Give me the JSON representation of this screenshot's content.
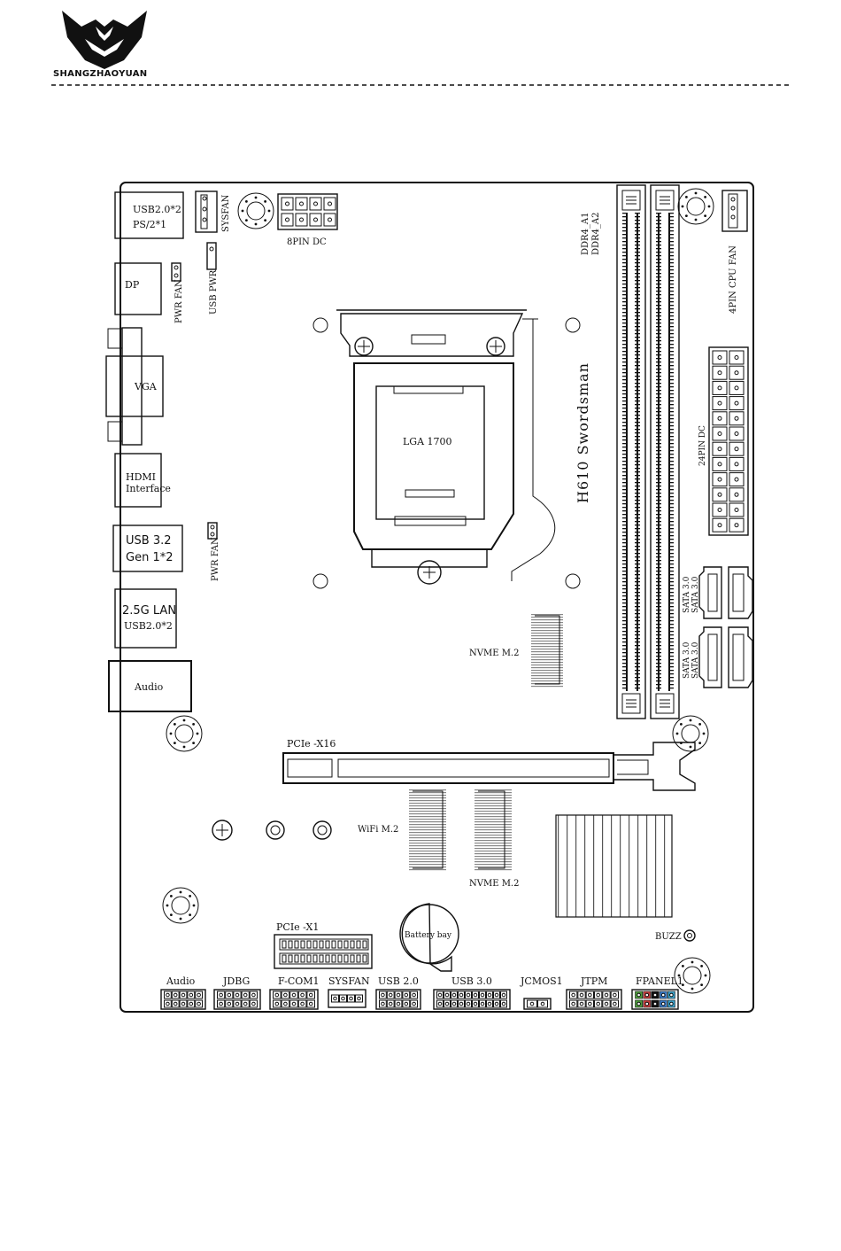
{
  "brand": {
    "name": "SHANGZHAOYUAN"
  },
  "board": {
    "model": "H610 Swordsman",
    "socket": "LGA 1700"
  },
  "io_panel": {
    "usb2_ps2": [
      "USB2.0*2",
      "PS/2*1"
    ],
    "dp": "DP",
    "vga": "VGA",
    "hdmi": [
      "HDMI",
      "Interface"
    ],
    "usb32": [
      "USB 3.2",
      "Gen 1*2"
    ],
    "lan": [
      "2.5G LAN",
      "USB2.0*2"
    ],
    "audio": "Audio"
  },
  "headers_top": {
    "sysfan": "SYSFAN",
    "usb_pwr": "USB PWR",
    "pwr_fan_top": "PWR FAN",
    "pwr_fan_mid": "PWR FAN",
    "cpu_8pin": "8PIN DC",
    "cpu_fan": "4PIN CPU FAN",
    "atx_24pin": "24PIN DC"
  },
  "memory": {
    "slots": [
      "DDR4_A1",
      "DDR4_A2"
    ]
  },
  "storage": {
    "sata": [
      "SATA 3.0",
      "SATA 3.0",
      "SATA 3.0",
      "SATA 3.0"
    ],
    "nvme_top": "NVME M.2",
    "nvme_bottom": "NVME M.2",
    "wifi": "WiFi M.2"
  },
  "expansion": {
    "pcie_x16": "PCIe -X16",
    "pcie_x1": "PCIe -X1"
  },
  "misc": {
    "battery": "Battery bay",
    "buzzer": "BUZZ"
  },
  "bottom_headers": [
    "Audio",
    "JDBG",
    "F-COM1",
    "SYSFAN",
    "USB 2.0",
    "USB 3.0",
    "JCMOS1",
    "JTPM",
    "FPANEL1"
  ]
}
